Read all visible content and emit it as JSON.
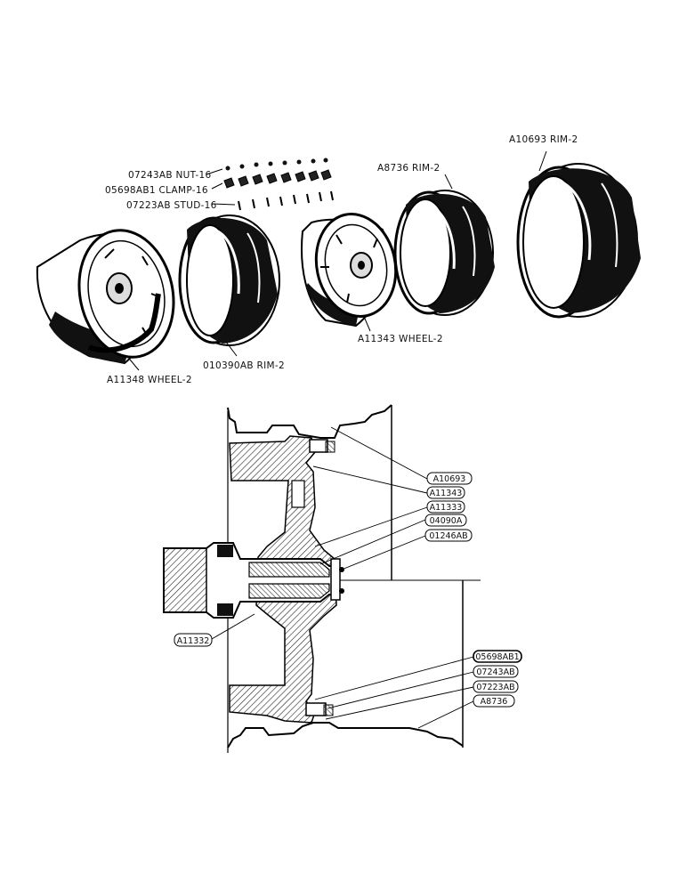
{
  "exploded_view": {
    "labels": {
      "nut": "07243AB NUT-16",
      "clamp": "05698AB1 CLAMP-16",
      "stud": "07223AB STUD-16",
      "wheel_a11348": "A11348 WHEEL-2",
      "rim_010390ab": "010390AB RIM-2",
      "wheel_a11343": "A11343 WHEEL-2",
      "rim_a8736": "A8736 RIM-2",
      "rim_a10693": "A10693 RIM-2"
    }
  },
  "section_view": {
    "callouts": {
      "a10693": "A10693",
      "a11343": "A11343",
      "a11333": "A11333",
      "c04090a": "04090A",
      "c01246ab": "01246AB",
      "a11332": "A11332",
      "c05698ab1": "05698AB1",
      "c07243ab": "07243AB",
      "c07223ab": "07223AB",
      "a8736": "A8736"
    }
  }
}
